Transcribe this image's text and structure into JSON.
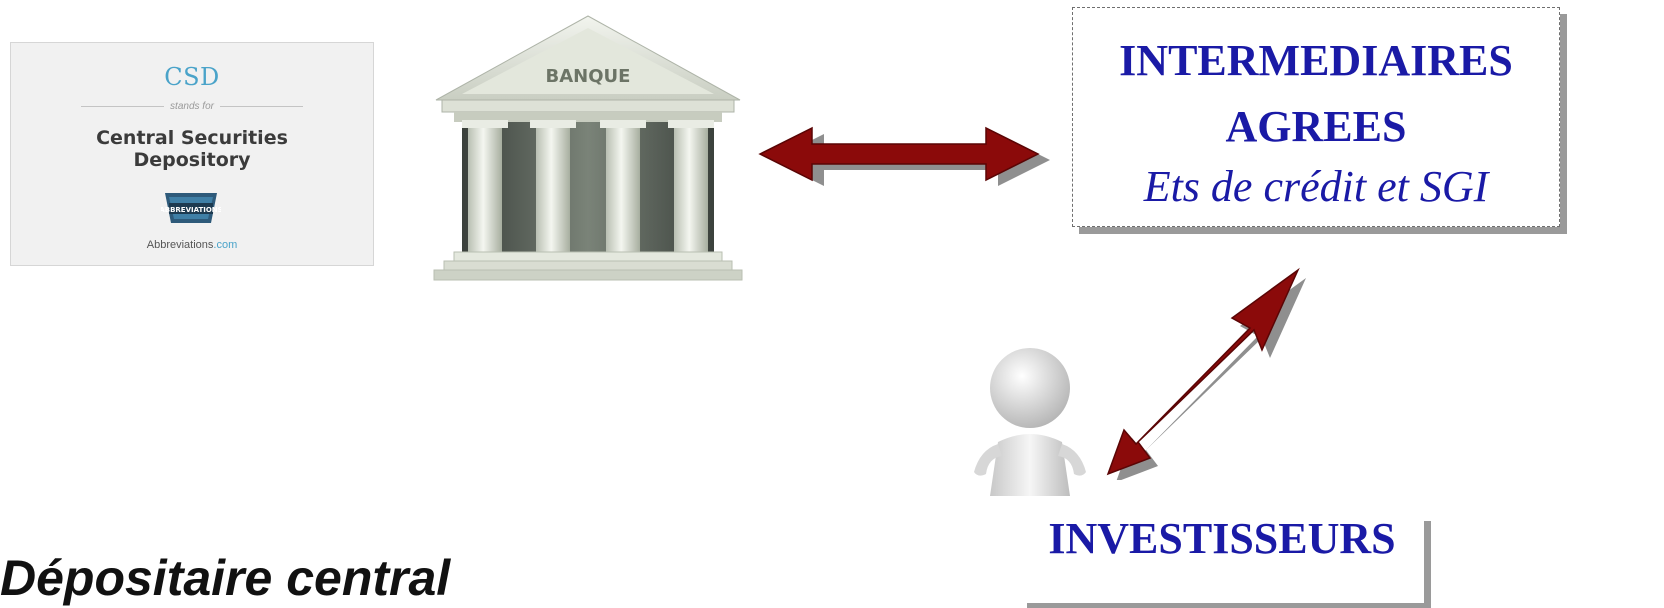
{
  "csd_card": {
    "abbreviation": "CSD",
    "stands_for": "stands for",
    "full_name_line1": "Central Securities",
    "full_name_line2": "Depository",
    "logo_text": "ABBREVIATIONS",
    "site_name": "Abbreviations",
    "site_tld": ".com"
  },
  "bank": {
    "label": "BANQUE"
  },
  "intermediaires": {
    "line1": "INTERMEDIAIRES",
    "line2": "AGREES",
    "line3": "Ets de crédit et SGI"
  },
  "investisseurs": {
    "label": "INVESTISSEURS"
  },
  "slide_heading": "Dépositaire central",
  "colors": {
    "arrow_fill": "#8b0a0a",
    "arrow_shadow": "#8f8f8f",
    "text_blue": "#1a1aa6",
    "csd_accent": "#4aa3c9"
  },
  "icons": {
    "bank": "bank-building-icon",
    "investor": "person-figure-icon",
    "arrows": "double-headed-arrow-icon"
  }
}
